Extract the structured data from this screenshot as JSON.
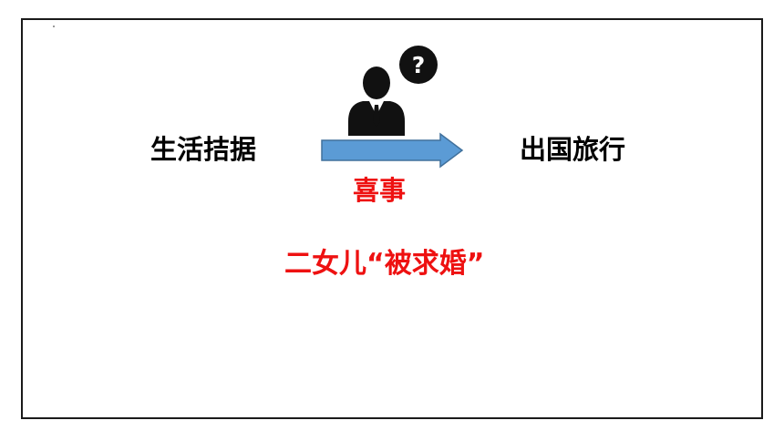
{
  "diagram": {
    "left_text": "生活拮据",
    "right_text": "出国旅行",
    "event_text": "喜事",
    "bottom_text": "二女儿“被求婚”",
    "question_mark": "?"
  },
  "colors": {
    "accent_red": "#ee1111",
    "arrow_blue": "#5b9bd5",
    "arrow_stroke": "#41719c",
    "frame": "#1a1a1a",
    "icon_dark": "#111111"
  },
  "icons": {
    "person": "person-question-icon",
    "arrow": "right-arrow-icon"
  }
}
